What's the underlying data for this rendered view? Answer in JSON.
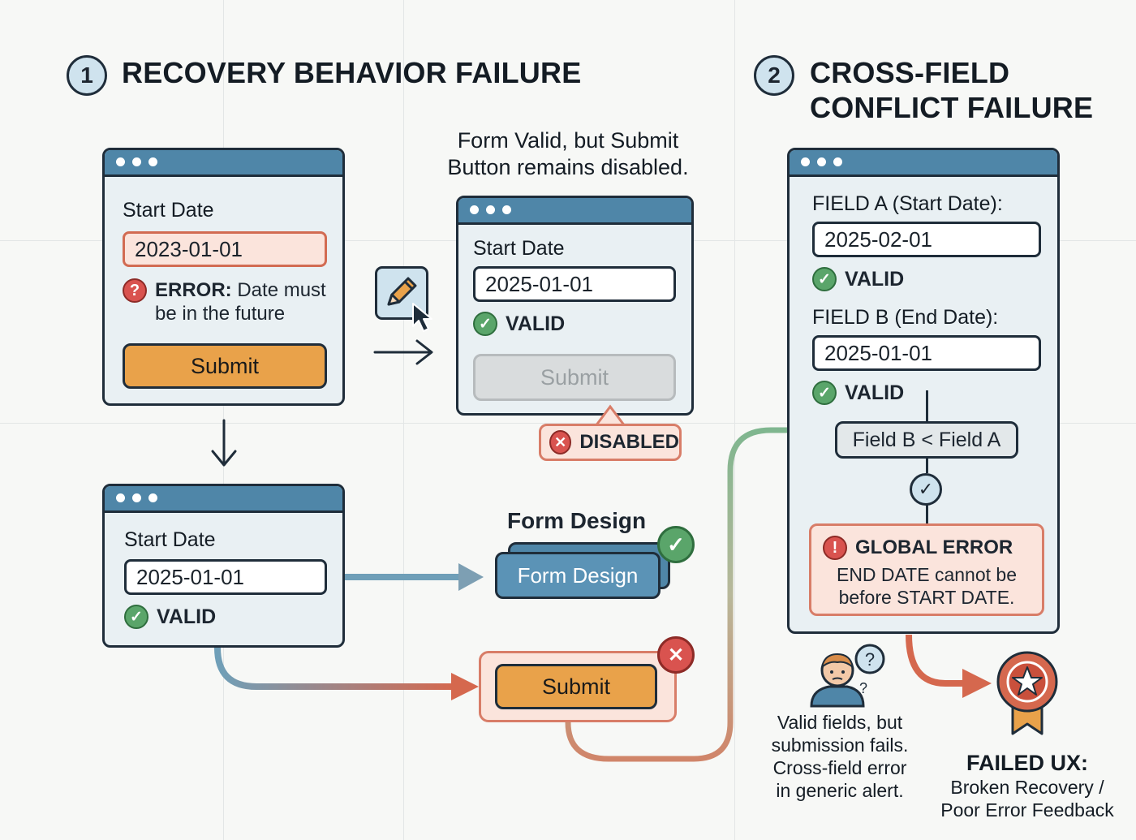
{
  "section1": {
    "number": "1",
    "title": "RECOVERY BEHAVIOR FAILURE"
  },
  "section2": {
    "number": "2",
    "title_line1": "CROSS-FIELD",
    "title_line2": "CONFLICT FAILURE"
  },
  "error_form": {
    "label": "Start Date",
    "value": "2023-01-01",
    "error_prefix": "ERROR:",
    "error_line1": "Date must",
    "error_line2": "be in the future",
    "submit_label": "Submit"
  },
  "valid_form_caption": {
    "line1": "Form Valid, but Submit",
    "line2": "Button remains disabled."
  },
  "valid_form": {
    "label": "Start Date",
    "value": "2025-01-01",
    "status": "VALID",
    "submit_label": "Submit",
    "disabled_badge": "DISABLED"
  },
  "bottom_form": {
    "label": "Start Date",
    "value": "2025-01-01",
    "status": "VALID"
  },
  "form_design": {
    "heading": "Form Design",
    "card_label": "Form Design"
  },
  "failed_submit": {
    "label": "Submit"
  },
  "cross_form": {
    "field_a_label": "FIELD A (Start Date):",
    "field_a_value": "2025-02-01",
    "field_a_status": "VALID",
    "field_b_label": "FIELD B (End Date):",
    "field_b_value": "2025-01-01",
    "field_b_status": "VALID",
    "comparison": "Field B < Field A",
    "global_error_title": "GLOBAL ERROR",
    "global_error_line1": "END DATE cannot be",
    "global_error_line2": "before START DATE."
  },
  "user_note": {
    "line1": "Valid fields, but",
    "line2": "submission fails.",
    "line3": "Cross-field error",
    "line4": "in generic alert."
  },
  "failed_ux": {
    "title": "FAILED UX:",
    "line1": "Broken Recovery /",
    "line2": "Poor Error Feedback"
  },
  "colors": {
    "window_bar": "#4f86a8",
    "submit": "#e9a24a",
    "valid": "#5aa56a",
    "error": "#d9534f",
    "error_bg": "#fbe4dc"
  },
  "icons": [
    "pencil-icon",
    "cursor-icon",
    "check-icon",
    "x-icon",
    "question-icon",
    "exclamation-icon",
    "confused-user-icon",
    "failure-medal-icon",
    "arrow-icon"
  ]
}
